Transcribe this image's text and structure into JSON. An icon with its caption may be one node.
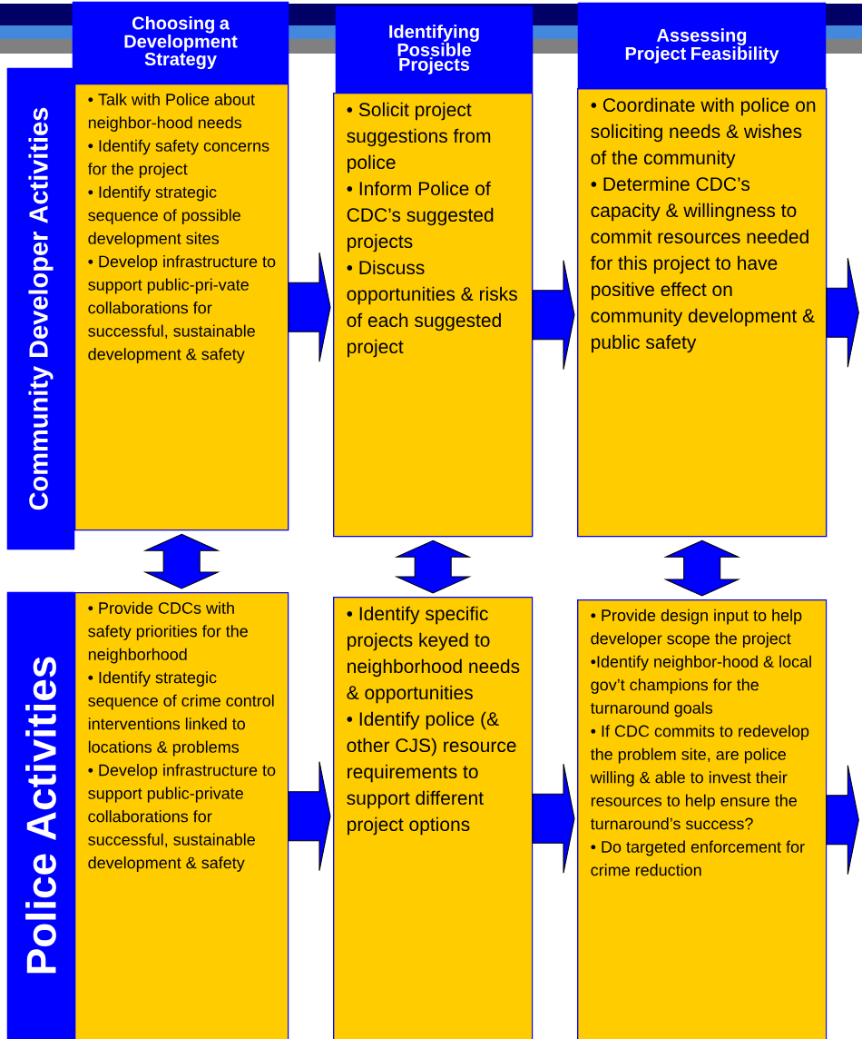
{
  "diagram": {
    "nodes": [
      {
        "text": [
          "Choosing a Development Strategy"
        ]
      },
      {
        "text": [
          "Identifying Possible Projects"
        ]
      },
      {
        "text": [
          "Assessing Project Feasibility"
        ]
      },
      {
        "text": [
          "Community Developer Activities"
        ]
      },
      {
        "text": [
          "Police Activities"
        ]
      },
      {
        "text": [
          "• Talk with Police about neighbor-hood needs",
          "• Identify safety concerns for the project",
          "• Identify strategic sequence of possible development sites",
          "• Develop infrastructure to support public-pri-vate collaborations for successful, sustainable development & safety"
        ]
      },
      {
        "text": [
          "• Solicit project suggestions from police",
          "• Inform Police of CDC’s suggested projects",
          "• Discuss opportunities & risks of each suggested project"
        ]
      },
      {
        "text": [
          "• Coordinate with police on soliciting needs & wishes of the community",
          "• Determine CDC’s capacity & willingness to commit resources needed for this project to have positive effect on community development & public safety"
        ]
      },
      {
        "text": [
          "• Provide CDCs with safety priorities for the neighborhood",
          "• Identify strategic sequence of crime control interventions linked to locations & problems",
          "• Develop infrastructure to support public-private collaborations for successful, sustainable development & safety"
        ]
      },
      {
        "text": [
          "• Identify specific projects keyed to neighborhood needs & opportunities",
          "• Identify police (& other CJS) resource requirements to support different project options"
        ]
      },
      {
        "text": [
          "• Provide design input to help developer scope the project",
          "•Identify neighbor-hood & local gov’t champions for the turnaround goals",
          "• If CDC commits to redevelop the problem site, are police willing & able to invest their resources to help ensure the turnaround’s success?",
          "• Do targeted enforcement for crime reduction"
        ]
      }
    ],
    "edges": [
      {
        "from": 5,
        "to": 6,
        "arrow": "to"
      },
      {
        "from": 6,
        "to": 7,
        "arrow": "to"
      },
      {
        "from": 7,
        "to": null,
        "arrow": "to"
      },
      {
        "from": 5,
        "to": 8,
        "arrow": "both"
      },
      {
        "from": 6,
        "to": 9,
        "arrow": "both"
      },
      {
        "from": 7,
        "to": 10,
        "arrow": "both"
      },
      {
        "from": 8,
        "to": 9,
        "arrow": "to"
      },
      {
        "from": 9,
        "to": 10,
        "arrow": "to"
      },
      {
        "from": 10,
        "to": null,
        "arrow": "to"
      }
    ]
  }
}
